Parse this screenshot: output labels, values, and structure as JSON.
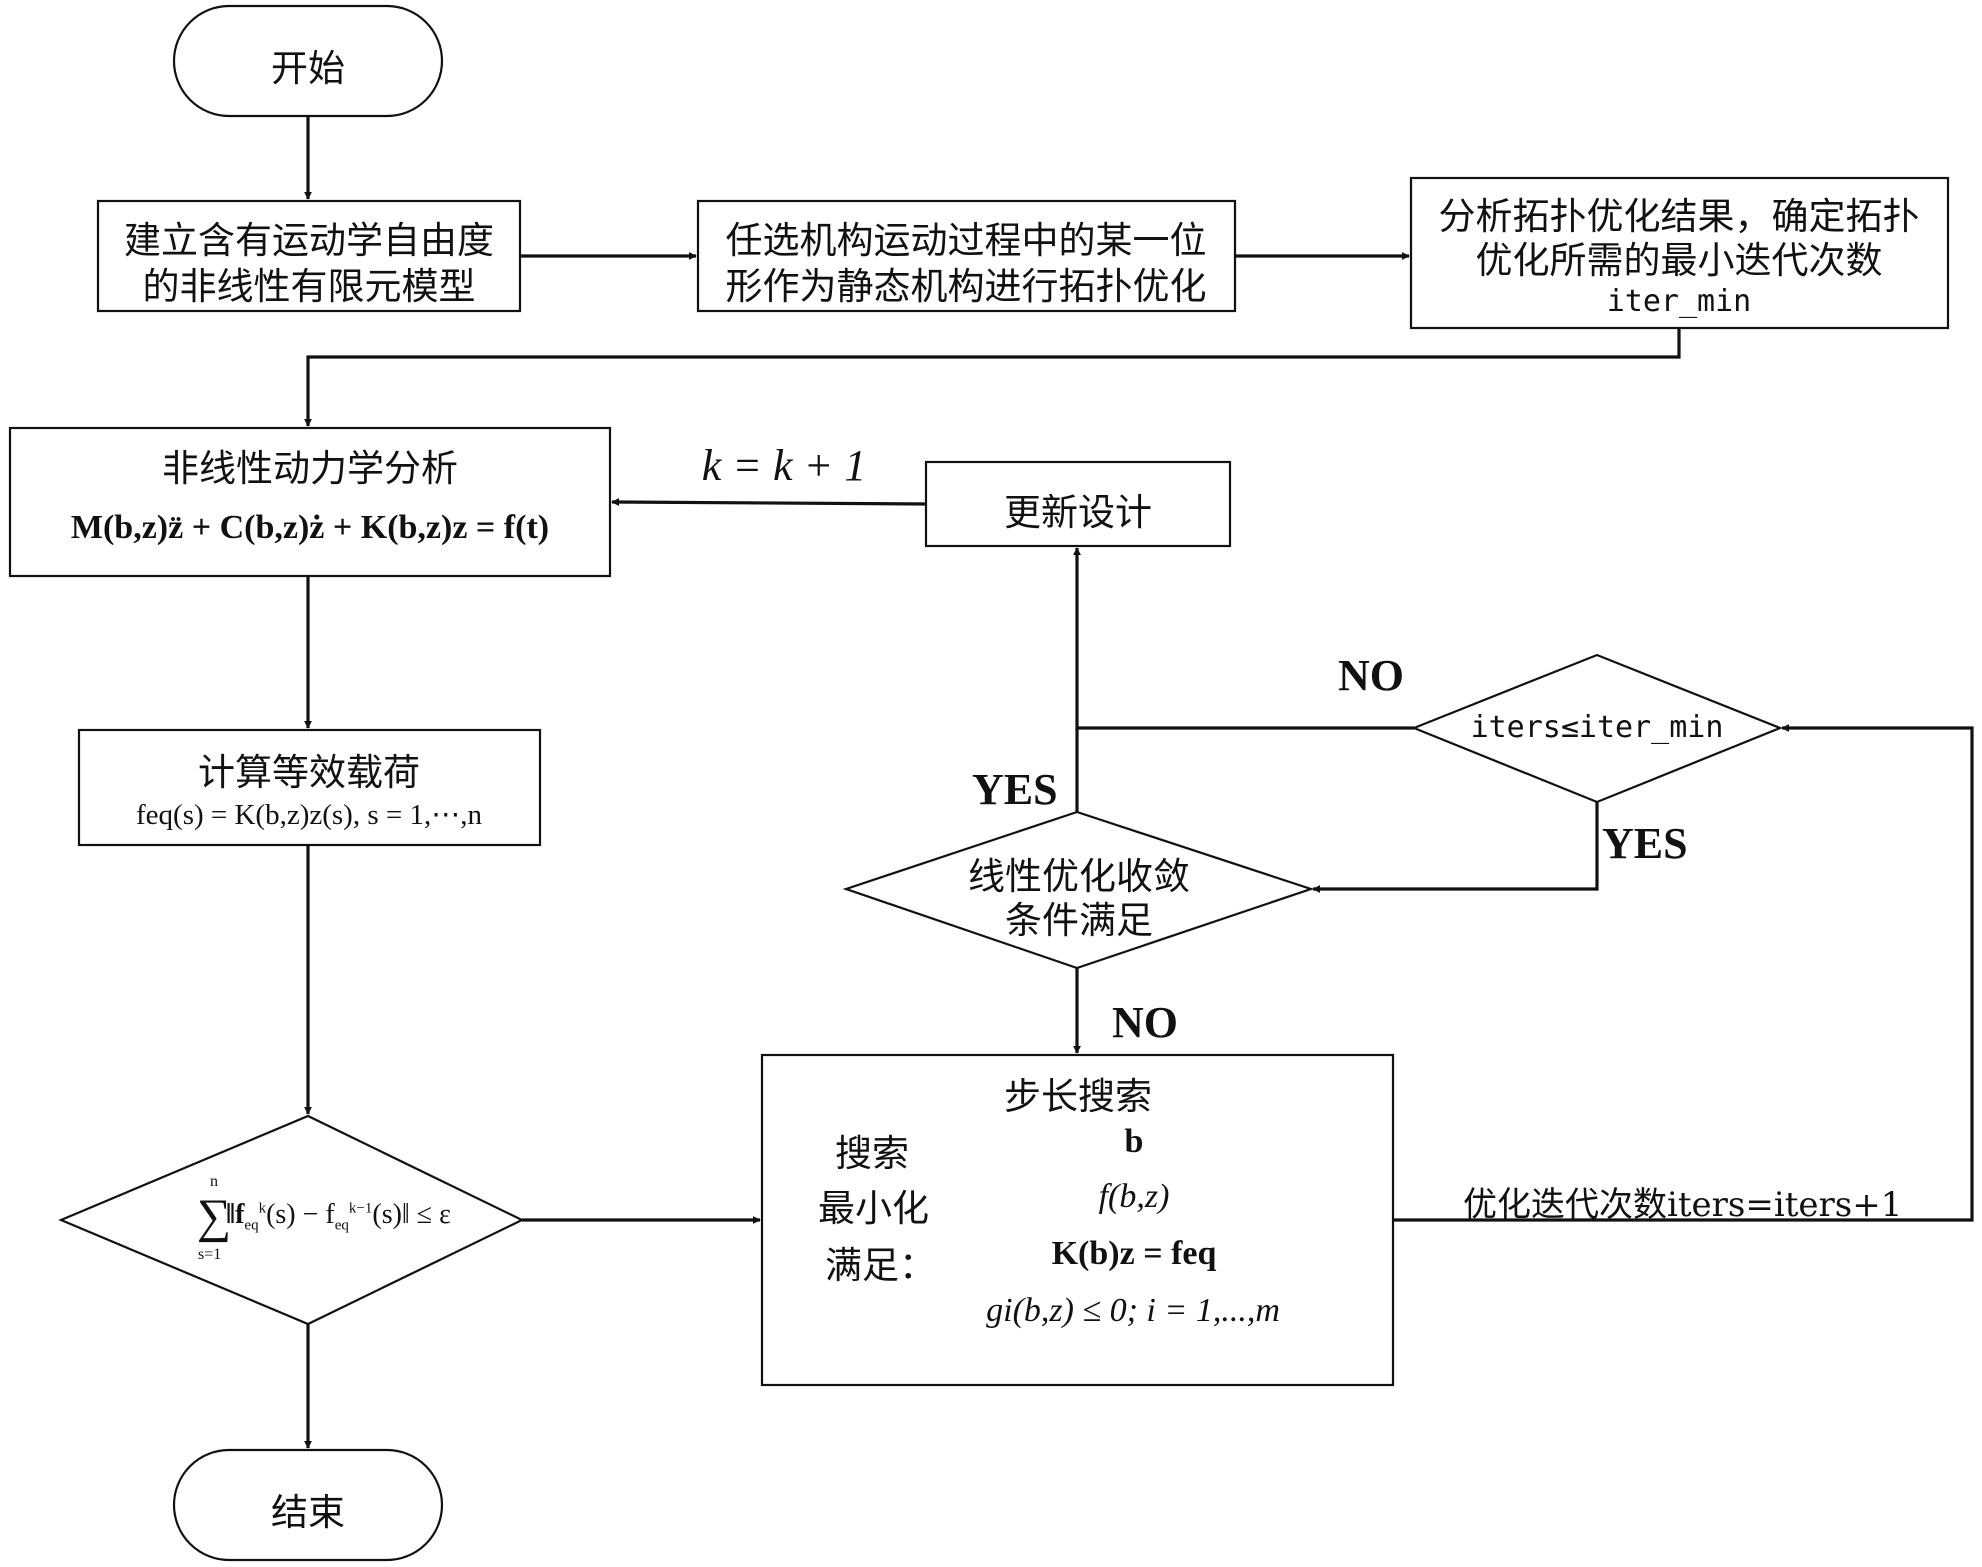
{
  "start": "开始",
  "end": "结束",
  "box1": {
    "line1": "建立含有运动学自由度",
    "line2": "的非线性有限元模型"
  },
  "box2": {
    "line1": "任选机构运动过程中的某一位",
    "line2": "形作为静态机构进行拓扑优化"
  },
  "box3": {
    "line1": "分析拓扑优化结果，确定拓扑",
    "line2": "优化所需的最小迭代次数",
    "line3": "iter_min"
  },
  "nonlinear": {
    "title": "非线性动力学分析",
    "equation": "M(b,z)z̈ + C(b,z)ż + K(b,z)z = f(t)"
  },
  "equivalent_load": {
    "title": "计算等效载荷",
    "equation": "feq(s) = K(b,z)z(s), s = 1,⋯,n"
  },
  "convergence_check": {
    "sum": "∑",
    "sum_from": "s=1",
    "sum_to": "n",
    "expr": "‖f",
    "eq1_sub": "eq",
    "eq1_sup": "k",
    "mid": "(s) − f",
    "eq2_sub": "eq",
    "eq2_sup": "k−1",
    "tail": "(s)‖ ≤ ε"
  },
  "linear_converged": {
    "line1": "线性优化收敛",
    "line2": "条件满足"
  },
  "iter_check": "iters≤iter_min",
  "update_design": "更新设计",
  "k_update": "k = k + 1",
  "step_search": {
    "title": "步长搜索",
    "row1_label": "搜索",
    "row1_value": "b",
    "row2_label": "最小化",
    "row2_value": "f(b,z)",
    "row3_label": "满足：",
    "row3_value": "K(b)z = feq",
    "row4_value": "gi(b,z) ≤ 0;   i = 1,...,m"
  },
  "iteration_label": "优化迭代次数iters=iters+1",
  "labels": {
    "yes_left": "YES",
    "no_top": "NO",
    "yes_right": "YES",
    "no_bottom": "NO"
  }
}
